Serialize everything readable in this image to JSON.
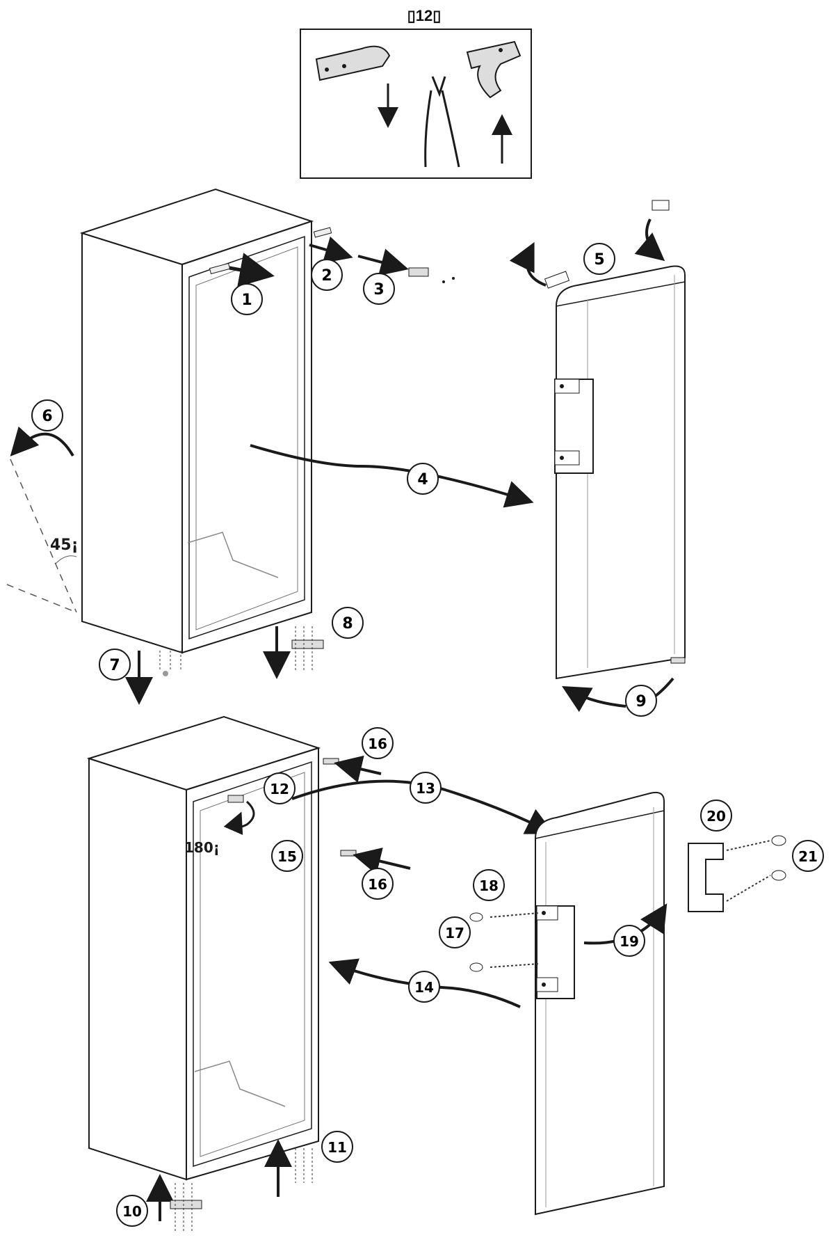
{
  "inset": {
    "title": "▯12▯"
  },
  "steps": [
    "1",
    "2",
    "3",
    "4",
    "5",
    "6",
    "7",
    "8",
    "9",
    "10",
    "11",
    "12",
    "13",
    "14",
    "15",
    "16",
    "16",
    "17",
    "18",
    "19",
    "20",
    "21"
  ],
  "angles": {
    "tilt": "45¡",
    "rotate": "180¡"
  },
  "colors": {
    "line": "#1a1a1a",
    "panel": "#eeeeee",
    "side": "#d9d9d9",
    "accent": "#444444"
  }
}
